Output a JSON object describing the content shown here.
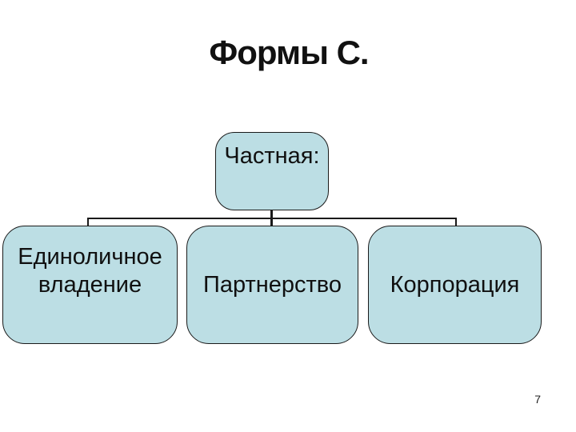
{
  "slide": {
    "title": "Формы С.",
    "page_number": "7"
  },
  "diagram": {
    "root": {
      "label": "Частная:"
    },
    "children": [
      {
        "label": "Единоличное владение"
      },
      {
        "label": "Партнерство"
      },
      {
        "label": "Корпорация"
      }
    ]
  },
  "colors": {
    "background": "#ffffff",
    "title_color": "#111111",
    "box_fill": "#bcdee4",
    "box_border": "#1a1a1a",
    "connector": "#1a1a1a"
  }
}
